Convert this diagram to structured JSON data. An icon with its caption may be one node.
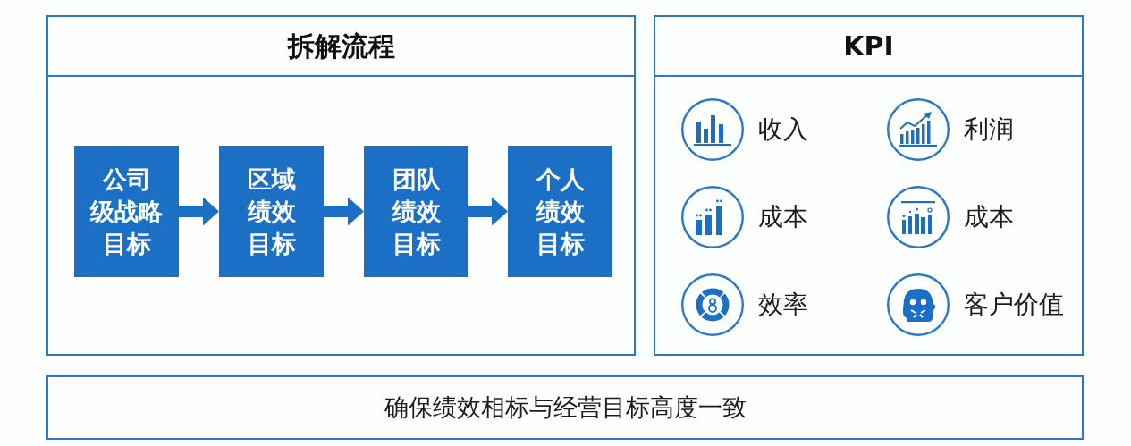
{
  "diagram": {
    "nodes": [
      {
        "text": [
          "拆解流程"
        ]
      },
      {
        "text": [
          "公司级战略目标"
        ],
        "in": 0
      },
      {
        "text": [
          "区域绩效目标"
        ],
        "in": 0
      },
      {
        "text": [
          "团队绩效目标"
        ],
        "in": 0
      },
      {
        "text": [
          "个人绩效目标"
        ],
        "in": 0
      },
      {
        "text": [
          "KPI"
        ]
      },
      {
        "text": [
          "收入"
        ],
        "in": 5
      },
      {
        "text": [
          "利润"
        ],
        "in": 5
      },
      {
        "text": [
          "成本"
        ],
        "in": 5
      },
      {
        "text": [
          "成本"
        ],
        "in": 5
      },
      {
        "text": [
          "效率"
        ],
        "in": 5
      },
      {
        "text": [
          "客户价值"
        ],
        "in": 5
      },
      {
        "text": [
          "确保绩效相标与经营目标高度一致"
        ]
      }
    ],
    "edges": [
      {
        "from": 1,
        "to": 2,
        "arrow": "to"
      },
      {
        "from": 2,
        "to": 3,
        "arrow": "to"
      },
      {
        "from": 3,
        "to": 4,
        "arrow": "to"
      }
    ]
  }
}
